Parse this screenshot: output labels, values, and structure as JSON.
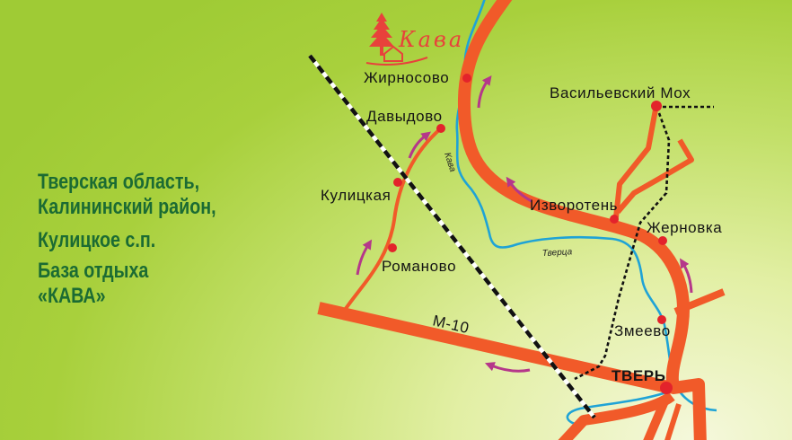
{
  "info": {
    "lines": [
      "Тверская область,",
      "Калининский район,",
      "Кулицкое с.п.",
      "База отдыха",
      "«КАВА»"
    ]
  },
  "logo": {
    "text": "Кава",
    "icon": "tree-house-icon"
  },
  "places": {
    "zhirnosovo": "Жирносово",
    "davydovo": "Давыдово",
    "vasilevsky_mokh": "Васильевский Мох",
    "kulitskaya": "Кулицкая",
    "izvoroten": "Изворотень",
    "zhernovka": "Жерновка",
    "romanovo": "Романово",
    "zmeevo": "Змеево",
    "tver": "ТВЕРЬ"
  },
  "rivers": {
    "kava": "Кава",
    "tvertsa": "Тверца"
  },
  "roads": {
    "m10": "М-10"
  },
  "colors": {
    "road": "#f15a29",
    "river": "#1fa3d6",
    "rail": "#111111",
    "arrow": "#b5378a",
    "dot": "#e3232b",
    "text": "#1b6b33",
    "logo": "#e8423b"
  }
}
